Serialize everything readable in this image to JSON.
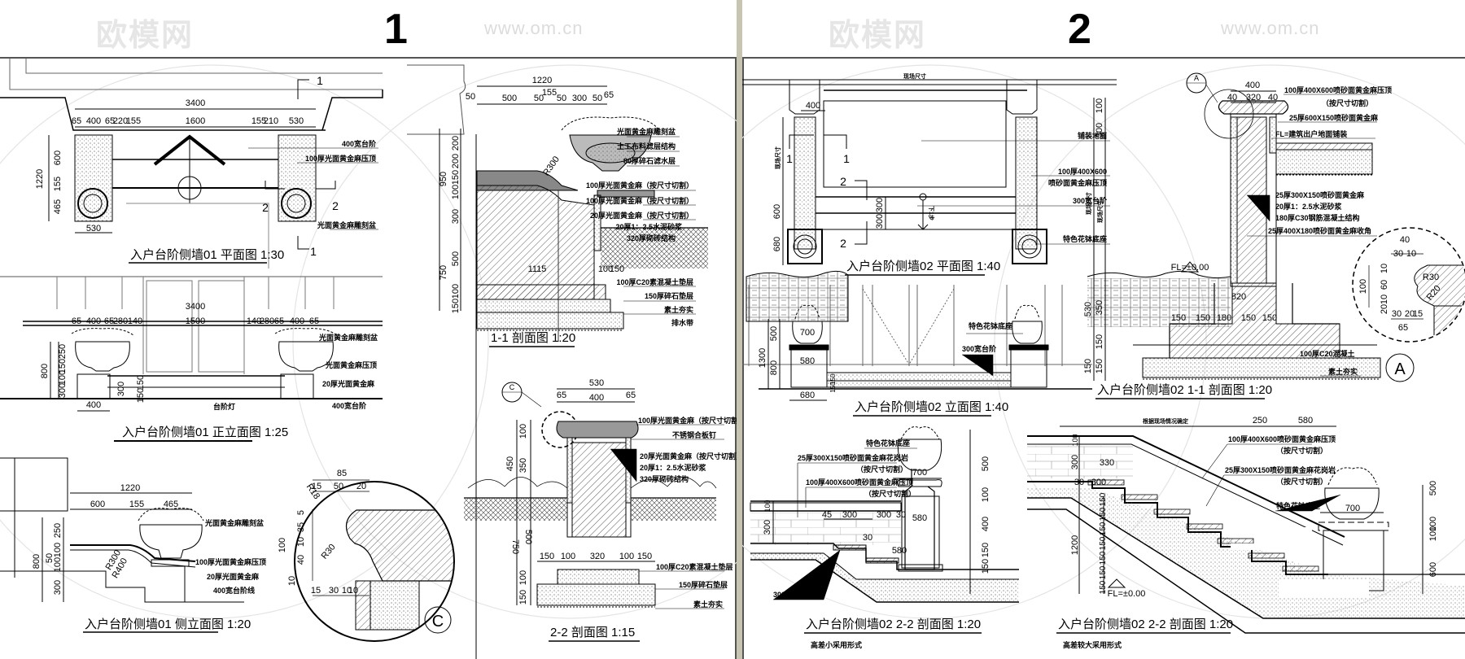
{
  "watermark": {
    "logo_text": "欧模网",
    "url": "www.om.cn"
  },
  "colors": {
    "line": "#000000",
    "frame": "#555555",
    "divider": "#c8c4b2",
    "watermark": "#e0e0e0",
    "hatch": "#333333"
  },
  "sheets": [
    {
      "number": "1",
      "drawings": {
        "plan01": {
          "title": "入户台阶侧墙01 平面图 1:30",
          "dims_top": [
            "3400"
          ],
          "dims_row": [
            "65",
            "400",
            "65",
            "220",
            "155",
            "1600",
            "155",
            "210",
            "530"
          ],
          "dims_left": [
            "1220",
            "600",
            "155",
            "465"
          ],
          "dim_bottom": "530",
          "section_marks": [
            "1",
            "1",
            "2",
            "2"
          ],
          "notes": [
            "400宽台阶",
            "100厚光面黄金麻压顶",
            "光面黄金麻雕刻盆"
          ]
        },
        "front01": {
          "title": "入户台阶侧墙01 正立面图 1:25",
          "dims_top": [
            "3400"
          ],
          "dims_row": [
            "65",
            "400",
            "65",
            "280",
            "140",
            "1500",
            "140",
            "280",
            "65",
            "400",
            "65"
          ],
          "dims_left": [
            "800",
            "250",
            "150",
            "100",
            "300"
          ],
          "dims_step": [
            "300",
            "150",
            "150"
          ],
          "dim_bottom": "400",
          "notes": [
            "光面黄金麻雕刻盆",
            "光面黄金麻压顶",
            "20厚光面黄金麻",
            "400宽台阶",
            "台阶灯"
          ]
        },
        "side01": {
          "title": "入户台阶侧墙01 侧立面图 1:20",
          "dims_top": [
            "1220"
          ],
          "dims_row": [
            "600",
            "155",
            "465"
          ],
          "dims_left": [
            "800",
            "250",
            "100",
            "50",
            "100",
            "300"
          ],
          "radii": [
            "R300",
            "R400"
          ],
          "notes": [
            "光面黄金麻雕刻盆",
            "100厚光面黄金麻压顶",
            "20厚光面黄金麻",
            "400宽台阶线"
          ]
        },
        "detailC": {
          "label": "C",
          "dims_top": [
            "85",
            "15",
            "50",
            "20"
          ],
          "dims_left": [
            "100",
            "5",
            "35",
            "10",
            "40",
            "10"
          ],
          "dims_bottom": [
            "15",
            "30",
            "10",
            "10"
          ],
          "radii": [
            "R18",
            "R30"
          ]
        },
        "section11": {
          "title": "1-1 剖面图 1:20",
          "dims_top": [
            "1220"
          ],
          "dims_row": [
            "50",
            "500",
            "50",
            "155",
            "50",
            "300",
            "50",
            "65"
          ],
          "dims_left_outer": [
            "950",
            "750"
          ],
          "dims_left": [
            "200",
            "200",
            "150",
            "100",
            "300",
            "500",
            "100",
            "150"
          ],
          "dims_bottom": [
            "1115",
            "100",
            "150"
          ],
          "radius": "R300",
          "notes": [
            "光面黄金麻雕刻盆",
            "土工布料滤层结构",
            "80厚碎石滤水层",
            "100厚光面黄金麻（按尺寸切割）",
            "100厚光面黄金麻（按尺寸切割）",
            "20厚光面黄金麻（按尺寸切割）",
            "20厚1：2.5水泥砂浆",
            "320厚砌砖结构",
            "100厚C20素混凝土垫层",
            "150厚碎石垫层",
            "素土夯实",
            "排水带"
          ]
        },
        "section22": {
          "title": "2-2 剖面图 1:15",
          "detail_ref": "C",
          "dims_top": [
            "530",
            "65",
            "400",
            "65"
          ],
          "dims_left_outer": [
            "450",
            "750"
          ],
          "dims_left": [
            "100",
            "350",
            "500",
            "100",
            "150"
          ],
          "dims_bottom": [
            "150",
            "100",
            "320",
            "100",
            "150"
          ],
          "notes": [
            "100厚光面黄金麻（按尺寸切割）",
            "不锈钢合板钉",
            "20厚光面黄金麻（按尺寸切割）",
            "20厚1：2.5水泥砂浆",
            "320厚砌砖结构",
            "100厚C20素混凝土垫层",
            "150厚碎石垫层",
            "素土夯实"
          ]
        }
      }
    },
    {
      "number": "2",
      "drawings": {
        "plan02": {
          "title": "入户台阶侧墙02 平面图 1:40",
          "dim_top": "400",
          "dims_left": [
            "现场尺寸",
            "600",
            "680"
          ],
          "dims_mid": [
            "300",
            "300"
          ],
          "top_label": "现场尺寸",
          "section_marks": [
            "1",
            "1",
            "2",
            "2"
          ],
          "notes": [
            "铺装地面",
            "100厚400X600",
            "喷砂面黄金麻压顶",
            "300宽台阶",
            "特色花钵底座"
          ],
          "arrow_label": "下1步"
        },
        "front02": {
          "title": "入户台阶侧墙02 立面图 1:40",
          "dims_left": [
            "1300",
            "500",
            "800"
          ],
          "dims_pot": [
            "700",
            "580"
          ],
          "dim_bottom": "680",
          "dims_step": [
            "150",
            "150"
          ],
          "notes": [
            "特色花钵底座",
            "300宽台阶"
          ]
        },
        "section11_02": {
          "title": "入户台阶侧墙02 1-1 剖面图 1:20",
          "detail_ref": "A",
          "dims_top": [
            "400",
            "40",
            "320",
            "40"
          ],
          "dims_left_outer": [
            "现场尺寸",
            "530",
            "150"
          ],
          "dims_left": [
            "100",
            "300",
            "现场尺寸",
            "350",
            "150",
            "150"
          ],
          "dims_bottom": [
            "820",
            "150",
            "150",
            "180",
            "150",
            "150"
          ],
          "floor_levels": [
            "FL=±0.00"
          ],
          "notes": [
            "100厚400X600喷砂面黄金麻压顶",
            "（按尺寸切割）",
            "25厚600X150喷砂面黄金麻",
            "FL=建筑出户地面铺装",
            "25厚300X150喷砂面黄金麻",
            "20厚1：2.5水泥砂浆",
            "180厚C30钢筋混凝土结构",
            "25厚400X180喷砂面黄金麻收角",
            "100厚C20混凝土",
            "素土夯实"
          ]
        },
        "detailA": {
          "label": "A",
          "dims_top": [
            "40",
            "30",
            "10"
          ],
          "dims_left": [
            "100",
            "10",
            "60",
            "10",
            "20"
          ],
          "dims_bottom": [
            "30",
            "20",
            "15",
            "65"
          ],
          "radii": [
            "R30",
            "R20"
          ]
        },
        "section22_small": {
          "title": "入户台阶侧墙02 2-2 剖面图 1:20",
          "subtitle": "高差小采用形式",
          "dims": [
            "100",
            "300",
            "300",
            "300",
            "45",
            "30",
            "30",
            "580",
            "700"
          ],
          "dims_right": [
            "500",
            "100",
            "400",
            "150",
            "150"
          ],
          "notes": [
            "特色花钵底座",
            "25厚300X150喷砂面黄金麻花岗岩",
            "（按尺寸切割）",
            "100厚400X600喷砂面黄金麻压顶",
            "（按尺寸切割）",
            "300宽台阶面层"
          ]
        },
        "section22_large": {
          "title": "入户台阶侧墙02 2-2 剖面图 1:20",
          "subtitle": "高差较大采用形式",
          "dims_top": [
            "根据现场情况确定",
            "250",
            "580"
          ],
          "dims_left": [
            "100",
            "300",
            "1200",
            "150",
            "150",
            "150",
            "150",
            "150",
            "150",
            "150"
          ],
          "dims_step": [
            "330",
            "30",
            "300"
          ],
          "dims_right": [
            "500",
            "100",
            "100",
            "600"
          ],
          "dim_pot": "700",
          "floor_level": "FL=±0.00",
          "notes": [
            "100厚400X600喷砂面黄金麻压顶",
            "（按尺寸切割）",
            "25厚300X150喷砂面黄金麻花岗岩",
            "（按尺寸切割）",
            "特色花钵底座"
          ]
        }
      }
    }
  ]
}
